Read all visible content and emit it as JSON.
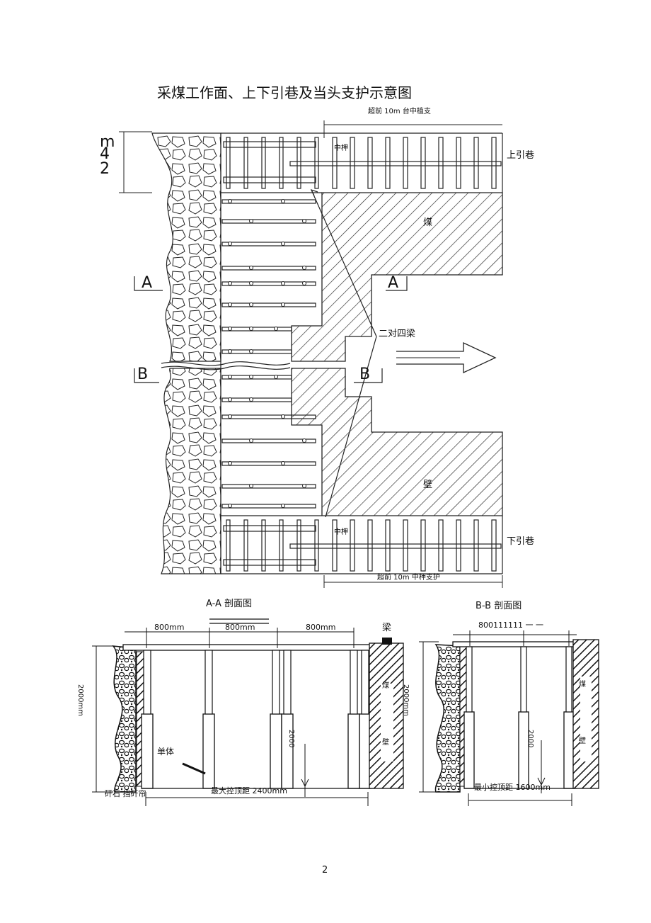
{
  "title": "采煤工作面、上下引巷及当头支护示意图",
  "top_note": "超前 10m 台中植支",
  "bottom_note": "超前 10m 中柙支护",
  "labels": {
    "m": "m",
    "four": "4",
    "two": "2",
    "upper_roadway": "上引巷",
    "lower_roadway": "下引巷",
    "coal": "煤",
    "wall": "壁",
    "mid_top": "中柙",
    "mid_bottom": "中柙",
    "two_pairs": "二对四梁",
    "A": "A",
    "B": "B"
  },
  "sections": {
    "aa_title": "A-A 剖面图",
    "bb_title": "B-B 剖面图",
    "dim1": "800mm",
    "dim2": "800mm",
    "dim3": "800mm",
    "bb_dims": "800111111 一  一",
    "beam": "梁",
    "single": "单体",
    "gangue": "矸石 挡矸帘",
    "max_span": "最大控顶距 2400mm",
    "min_span": "最小控顶距 1600mm",
    "aa_height": "2000mm",
    "aa_post_h": "2000",
    "bb_height": "2000mm",
    "bb_post_h": "2000",
    "coal_side": "煤",
    "wall_side": "壁"
  },
  "page_number": "2"
}
